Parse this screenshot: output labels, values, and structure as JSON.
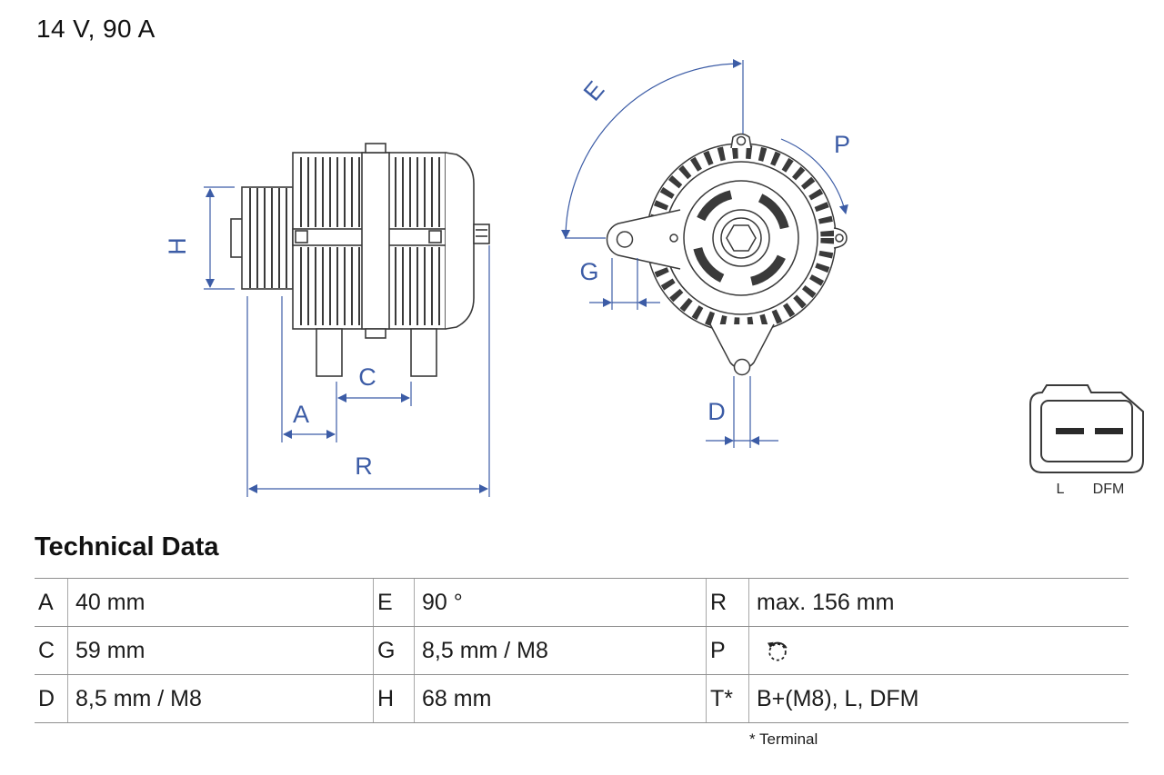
{
  "title": "14 V, 90 A",
  "diagram": {
    "labels": {
      "H": "H",
      "A": "A",
      "C": "C",
      "R": "R",
      "E": "E",
      "G": "G",
      "D": "D",
      "P": "P"
    },
    "connector": {
      "pin_left": "L",
      "pin_right": "DFM"
    },
    "colors": {
      "dimension": "#3c5ca6",
      "line": "#3a3a3a"
    }
  },
  "technical_data": {
    "heading": "Technical Data",
    "rows": [
      [
        {
          "key": "A",
          "value": "40 mm"
        },
        {
          "key": "E",
          "value": "90 °"
        },
        {
          "key": "R",
          "value": "max. 156 mm"
        }
      ],
      [
        {
          "key": "C",
          "value": "59 mm"
        },
        {
          "key": "G",
          "value": "8,5 mm / M8"
        },
        {
          "key": "P",
          "value": "",
          "icon": "rotation-direction-icon"
        }
      ],
      [
        {
          "key": "D",
          "value": "8,5 mm / M8"
        },
        {
          "key": "H",
          "value": "68 mm"
        },
        {
          "key": "T*",
          "value": "B+(M8), L, DFM"
        }
      ]
    ],
    "footnote": "* Terminal"
  }
}
